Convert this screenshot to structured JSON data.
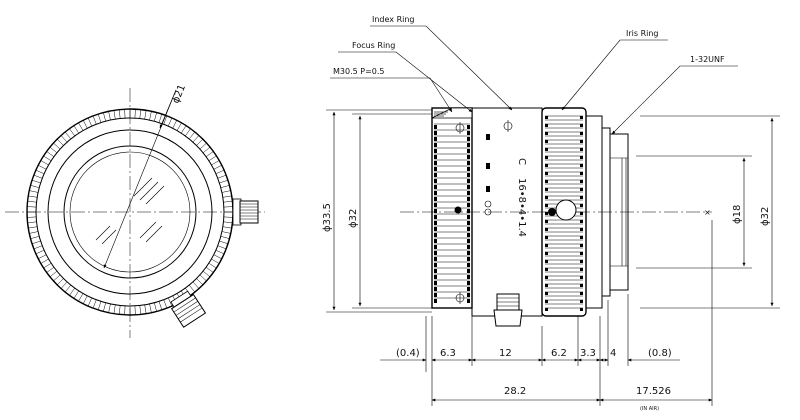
{
  "callouts": {
    "index_ring": "Index Ring",
    "iris_ring": "Iris Ring",
    "focus_ring": "Focus Ring",
    "thread": "M30.5 P=0.5",
    "unf": "1-32UNF"
  },
  "front_view": {
    "diameter": "ϕ21"
  },
  "side_view": {
    "diameter_outer": "ϕ33.5",
    "diameter_ring": "ϕ32",
    "diameter_mount": "ϕ18",
    "diameter_rear": "ϕ32",
    "engraving_mount": "C",
    "engraving_apertures": "16•8•4•1.4"
  },
  "dimensions": {
    "d0": "(0.4)",
    "d1": "6.3",
    "d2": "12",
    "d3": "6.2",
    "d4": "3.3",
    "d5": "4",
    "d6": "(0.8)",
    "total": "28.2",
    "flange": "17.526",
    "flange_note": "(IN AIR)"
  },
  "icons": {
    "front_lens": "lens-front-icon",
    "knob": "knurled-screw-icon"
  }
}
